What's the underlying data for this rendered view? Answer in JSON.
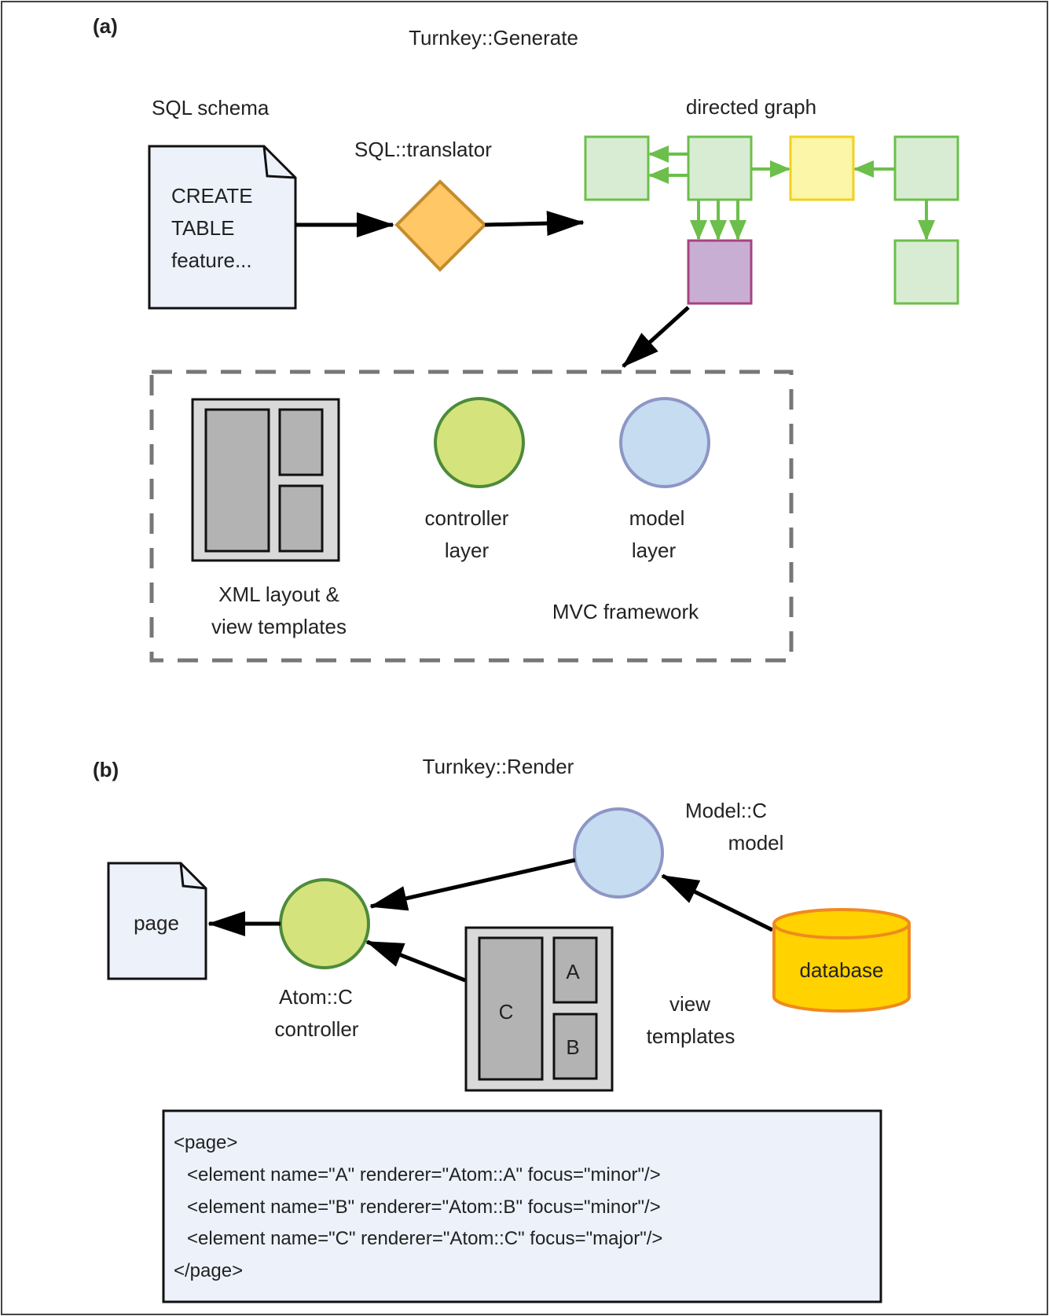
{
  "panel_a": {
    "letter": "(a)",
    "title": "Turnkey::Generate",
    "sql_schema_label": "SQL schema",
    "doc_lines": [
      "CREATE",
      "TABLE",
      "feature..."
    ],
    "translator_label": "SQL::translator",
    "graph_label": "directed graph",
    "controller_lines": [
      "controller",
      "layer"
    ],
    "model_lines": [
      "model",
      "layer"
    ],
    "xml_lines": [
      "XML layout &",
      "view templates"
    ],
    "framework_label": "MVC framework"
  },
  "panel_b": {
    "letter": "(b)",
    "title": "Turnkey::Render",
    "model_lines": [
      "Model::C",
      "model"
    ],
    "page_label": "page",
    "controller_lines": [
      "Atom::C",
      "controller"
    ],
    "template_cells": [
      "C",
      "A",
      "B"
    ],
    "view_lines": [
      "view",
      "templates"
    ],
    "database_label": "database",
    "xml_code_lines": [
      "<page>",
      "<element name=\"A\" renderer=\"Atom::A\" focus=\"minor\"/>",
      "<element name=\"B\" renderer=\"Atom::B\" focus=\"minor\"/>",
      "<element name=\"C\" renderer=\"Atom::C\" focus=\"major\"/>",
      "</page>"
    ]
  },
  "colors": {
    "node_green_fill": "#d8ecd3",
    "node_green_stroke": "#6cbf4a",
    "node_yellow_fill": "#fbf6a8",
    "node_yellow_stroke": "#f0d21c",
    "node_purple_fill": "#c9aed3",
    "node_purple_stroke": "#a8437f",
    "diamond_fill": "#ffc766",
    "diamond_stroke": "#c48c2c",
    "doc_fill": "#edf1fa",
    "controller_fill": "#d5e37c",
    "controller_stroke": "#4d8b3a",
    "model_fill": "#c5dcf1",
    "model_stroke": "#8d96c4",
    "database_fill": "#ffd200",
    "database_stroke": "#f08a1e",
    "code_box_fill": "#edf1fa"
  }
}
